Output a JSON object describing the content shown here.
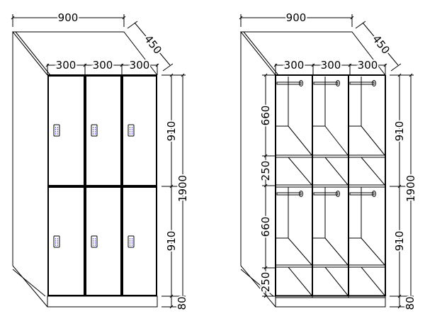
{
  "left_view": {
    "width": "900",
    "depth": "450",
    "doors": [
      "300",
      "300",
      "300"
    ],
    "upper_height": "910",
    "lower_height": "910",
    "total_height": "1900",
    "base_height": "80"
  },
  "right_view": {
    "width": "900",
    "depth": "450",
    "columns": [
      "300",
      "300",
      "300"
    ],
    "upper_hanging": "660",
    "upper_shelf": "250",
    "lower_hanging": "660",
    "lower_shelf": "250",
    "upper_height": "910",
    "lower_height": "910",
    "total_height": "1900",
    "base_height": "80"
  },
  "colors": {
    "line": "#000000",
    "keypad": "#1a1aff"
  }
}
